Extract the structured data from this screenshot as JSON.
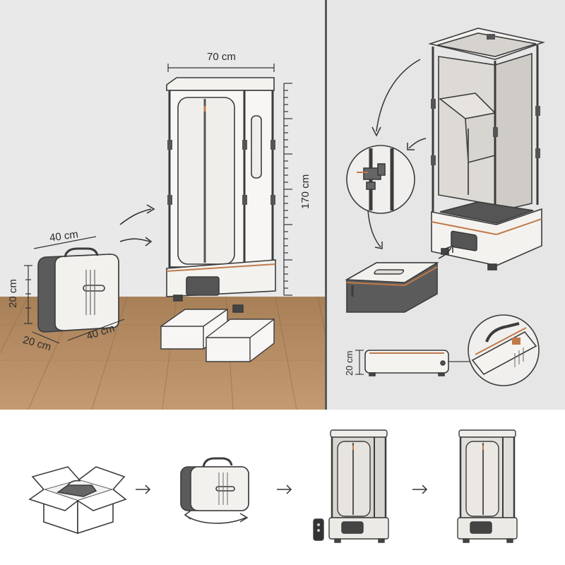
{
  "dimensions": {
    "width_label": "70 cm",
    "height_label": "170 cm",
    "case_width_label": "40 cm",
    "case_height_label": "20 cm",
    "case_depth_label": "20 cm",
    "case_length_label": "40 cm",
    "packed_height_label": "20 cm"
  },
  "colors": {
    "panel_bg": "#e9e9ea",
    "floor": "#b48a60",
    "outline": "#3c3c3c",
    "accent": "#c07a4a",
    "dark_gray": "#555555"
  },
  "icons": {
    "arrow": "arrow-right-icon",
    "transform": "transform-arrows-icon",
    "rotate": "rotate-arrow-icon"
  }
}
